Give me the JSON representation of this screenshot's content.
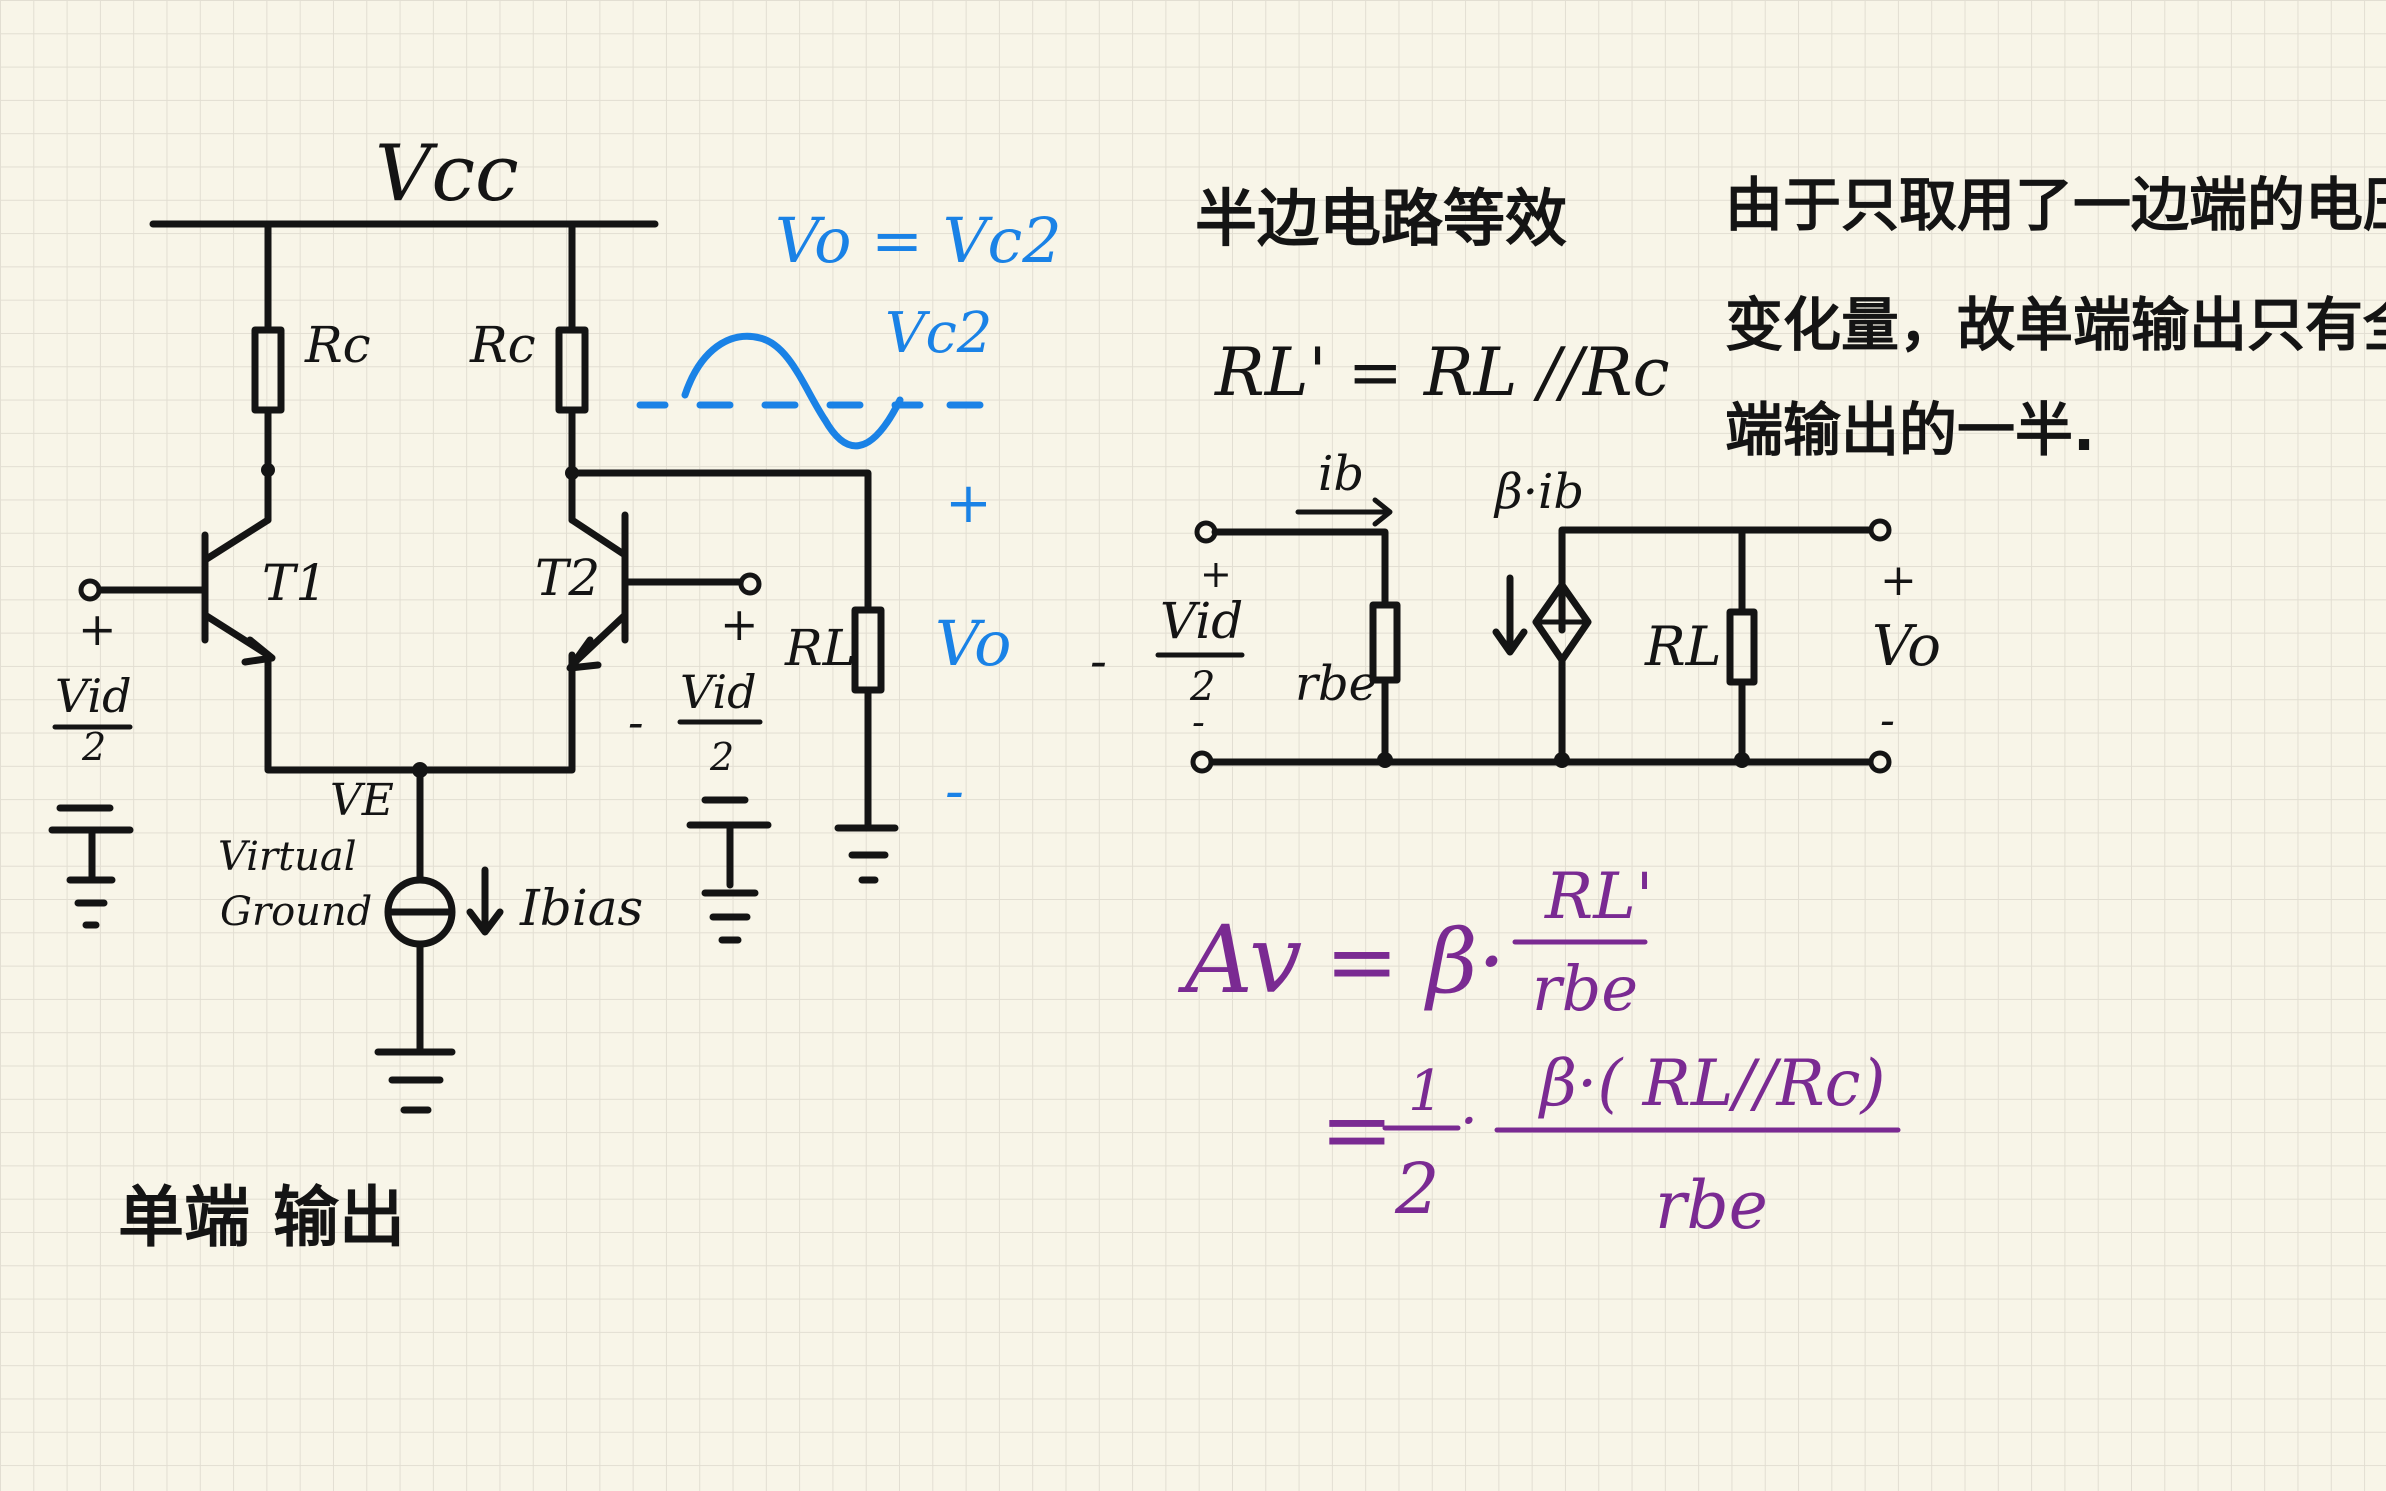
{
  "left_circuit": {
    "supply_label": "Vcc",
    "rc_left_label": "Rc",
    "rc_right_label": "Rc",
    "t1_label": "T1",
    "t2_label": "T2",
    "vid_numerator": "Vid",
    "vid_denominator": "2",
    "plus_sign": "+",
    "minus_sign": "-",
    "ve_label": "VE",
    "virtual_line1": "Virtual",
    "virtual_line2": "Ground",
    "ibias_label": "Ibias",
    "rl_label": "RL",
    "title": "单端 输出"
  },
  "output_annotation": {
    "vo_eq": "Vo = Vc2",
    "vc2": "Vc2",
    "plus": "+",
    "vo": "Vo",
    "minus": "-"
  },
  "half_circuit": {
    "title": "半边电路等效",
    "rl_prime_eq": "RL' = RL //Rc",
    "ib_label": "ib",
    "beta_ib_label": "β·ib",
    "rbe_label": "rbe",
    "rl_prime_label": "RL'",
    "vo_label": "Vo",
    "plus": "+",
    "minus": "-",
    "vid_num": "Vid",
    "vid_den": "2"
  },
  "note": {
    "line1": "由于只取用了一边端的电压",
    "line2": "变化量，故单端输出只有全",
    "line3": "端输出的一半."
  },
  "gain": {
    "av": "Av",
    "eq1": "= β·",
    "num1": "RL'",
    "den1": "rbe",
    "eq2": "=",
    "half_num": "1",
    "half_den": "2",
    "dot": "·",
    "num2": "β·( RL//Rc)",
    "den2": "rbe"
  }
}
